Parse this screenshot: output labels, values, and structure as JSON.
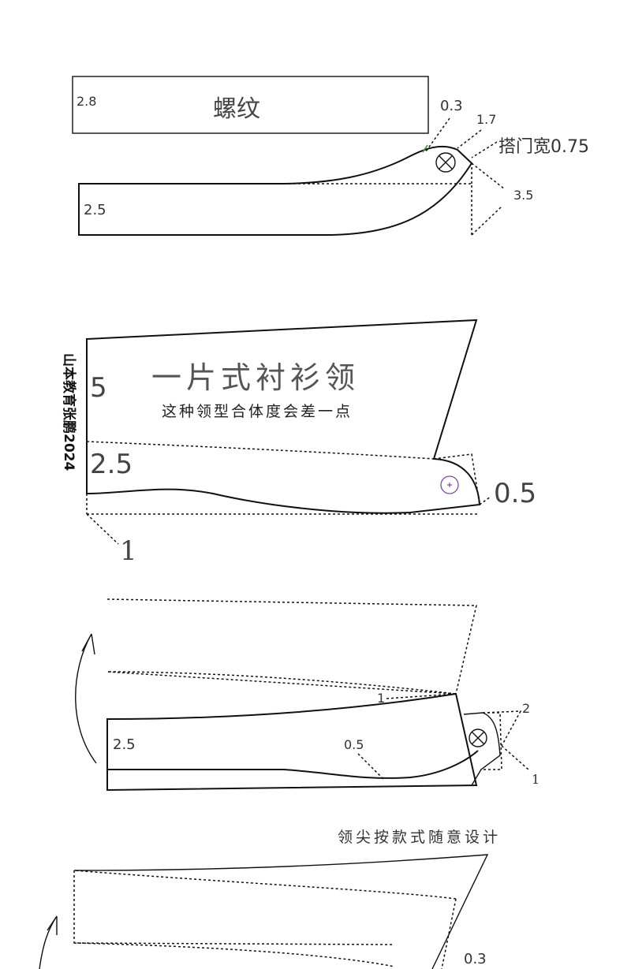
{
  "diagram_1": {
    "rib_label": "螺纹",
    "rib_height": "2.8",
    "band_height": "2.5",
    "dim_0_3": "0.3",
    "dim_1_7": "1.7",
    "placket_label": "搭门宽0.75",
    "dim_3_5": "3.5"
  },
  "diagram_2": {
    "title": "一片式衬衫领",
    "note": "这种领型合体度会差一点",
    "collar_height": "5",
    "band_height": "2.5",
    "dim_0_5": "0.5",
    "dim_1": "1",
    "watermark": "山本教育张鹏2024"
  },
  "diagram_3": {
    "band_height": "2.5",
    "dim_0_5": "0.5",
    "dim_1_top": "1",
    "dim_2": "2",
    "dim_1_right": "1"
  },
  "diagram_4": {
    "note": "领尖按款式随意设计",
    "dim_0_3": "0.3"
  },
  "colors": {
    "ink": "#111111",
    "button_mark": "#7a4fa0",
    "guide_mark": "#3a9a3a"
  }
}
